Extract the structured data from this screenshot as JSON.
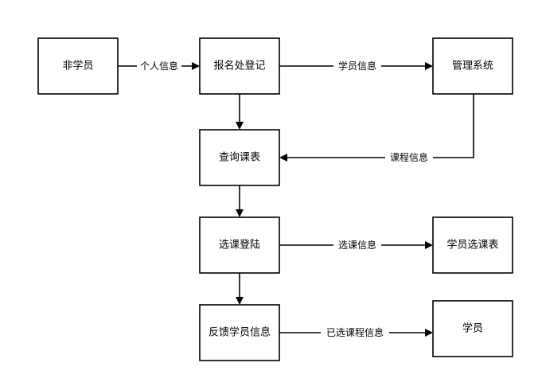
{
  "nodes": {
    "non_member": "非学员",
    "registration": "报名处登记",
    "management": "管理系统",
    "query_schedule": "查询课表",
    "course_login": "选课登陆",
    "schedule": "学员选课表",
    "feedback": "反馈学员信息",
    "member": "学员"
  },
  "edges": {
    "personal_info": "个人信息",
    "member_info": "学员信息",
    "course_info": "课程信息",
    "selection_info": "选课信息",
    "selected_info": "已选课程信息"
  }
}
